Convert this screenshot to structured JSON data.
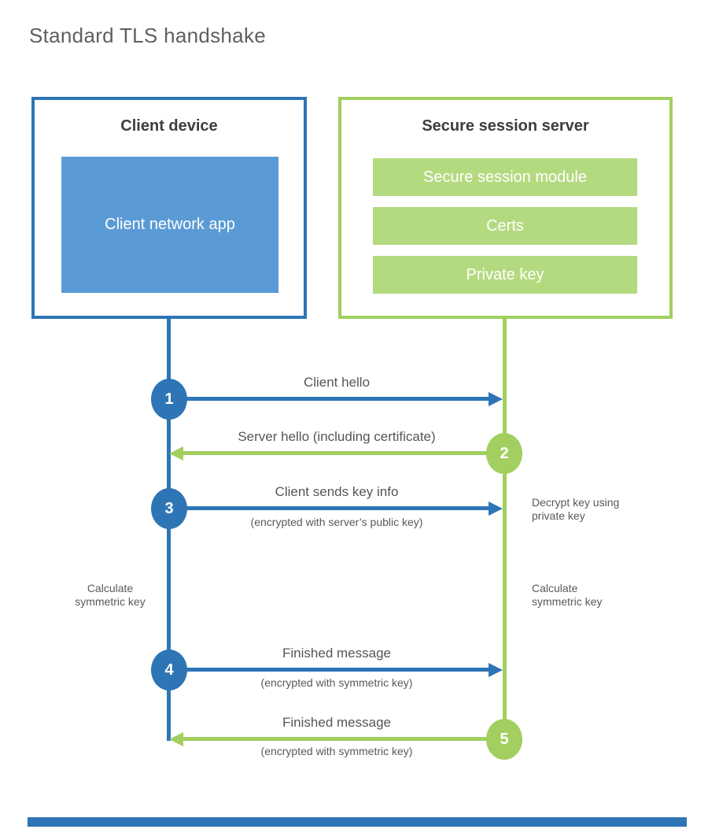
{
  "title": "Standard TLS handshake",
  "colors": {
    "blue": "#2e75b6",
    "blue_fill": "#5b9bd5",
    "green": "#a2cf5f",
    "green_fill": "#b4da80",
    "heading_text": "#3d3d3d",
    "label_text": "#555555",
    "note_text": "#595959"
  },
  "client": {
    "title": "Client device",
    "app": "Client network app"
  },
  "server": {
    "title": "Secure session server",
    "modules": [
      "Secure session module",
      "Certs",
      "Private key"
    ]
  },
  "steps": [
    {
      "number": "1",
      "label": "Client hello"
    },
    {
      "number": "2",
      "label": "Server hello (including certificate)"
    },
    {
      "number": "3",
      "label": "Client sends key info",
      "sub": "(encrypted with server’s public key)"
    },
    {
      "number": "4",
      "label": "Finished message",
      "sub": "(encrypted with symmetric key)"
    },
    {
      "number": "5",
      "label": "Finished message",
      "sub": "(encrypted with symmetric key)"
    }
  ],
  "notes": {
    "decrypt": "Decrypt key using private key",
    "calc_left": "Calculate symmetric key",
    "calc_right": "Calculate symmetric key"
  }
}
